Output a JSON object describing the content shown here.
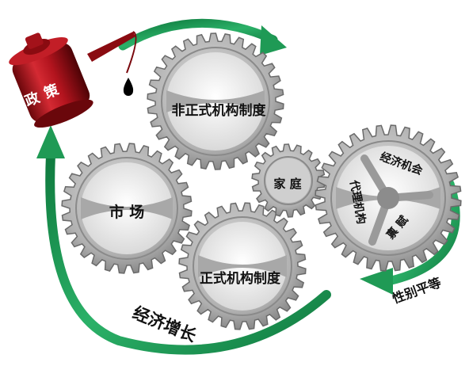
{
  "policy": {
    "char1": "政",
    "char2": "策"
  },
  "gears": {
    "informal": "非正式机构制度",
    "market": "市 场",
    "family": "家 庭",
    "formal": "正式机构制度",
    "capability": {
      "line1": "经济机会",
      "line2": "代理机构",
      "line3": "禀 赋"
    }
  },
  "labels": {
    "growth": "经济增长",
    "equality": "性别平等"
  },
  "colors": {
    "gear_fill": "#b3b3b3",
    "gear_edge": "#6a6a6a",
    "gear_window": "#ededed",
    "arrow_green": "#1f9a55",
    "can_red": "#b3141e",
    "can_dark": "#5a0508",
    "oil_drop": "#000000"
  },
  "icons": [
    "oil-can-icon",
    "oil-drop-icon",
    "gear-icon",
    "curved-arrow-icon"
  ]
}
